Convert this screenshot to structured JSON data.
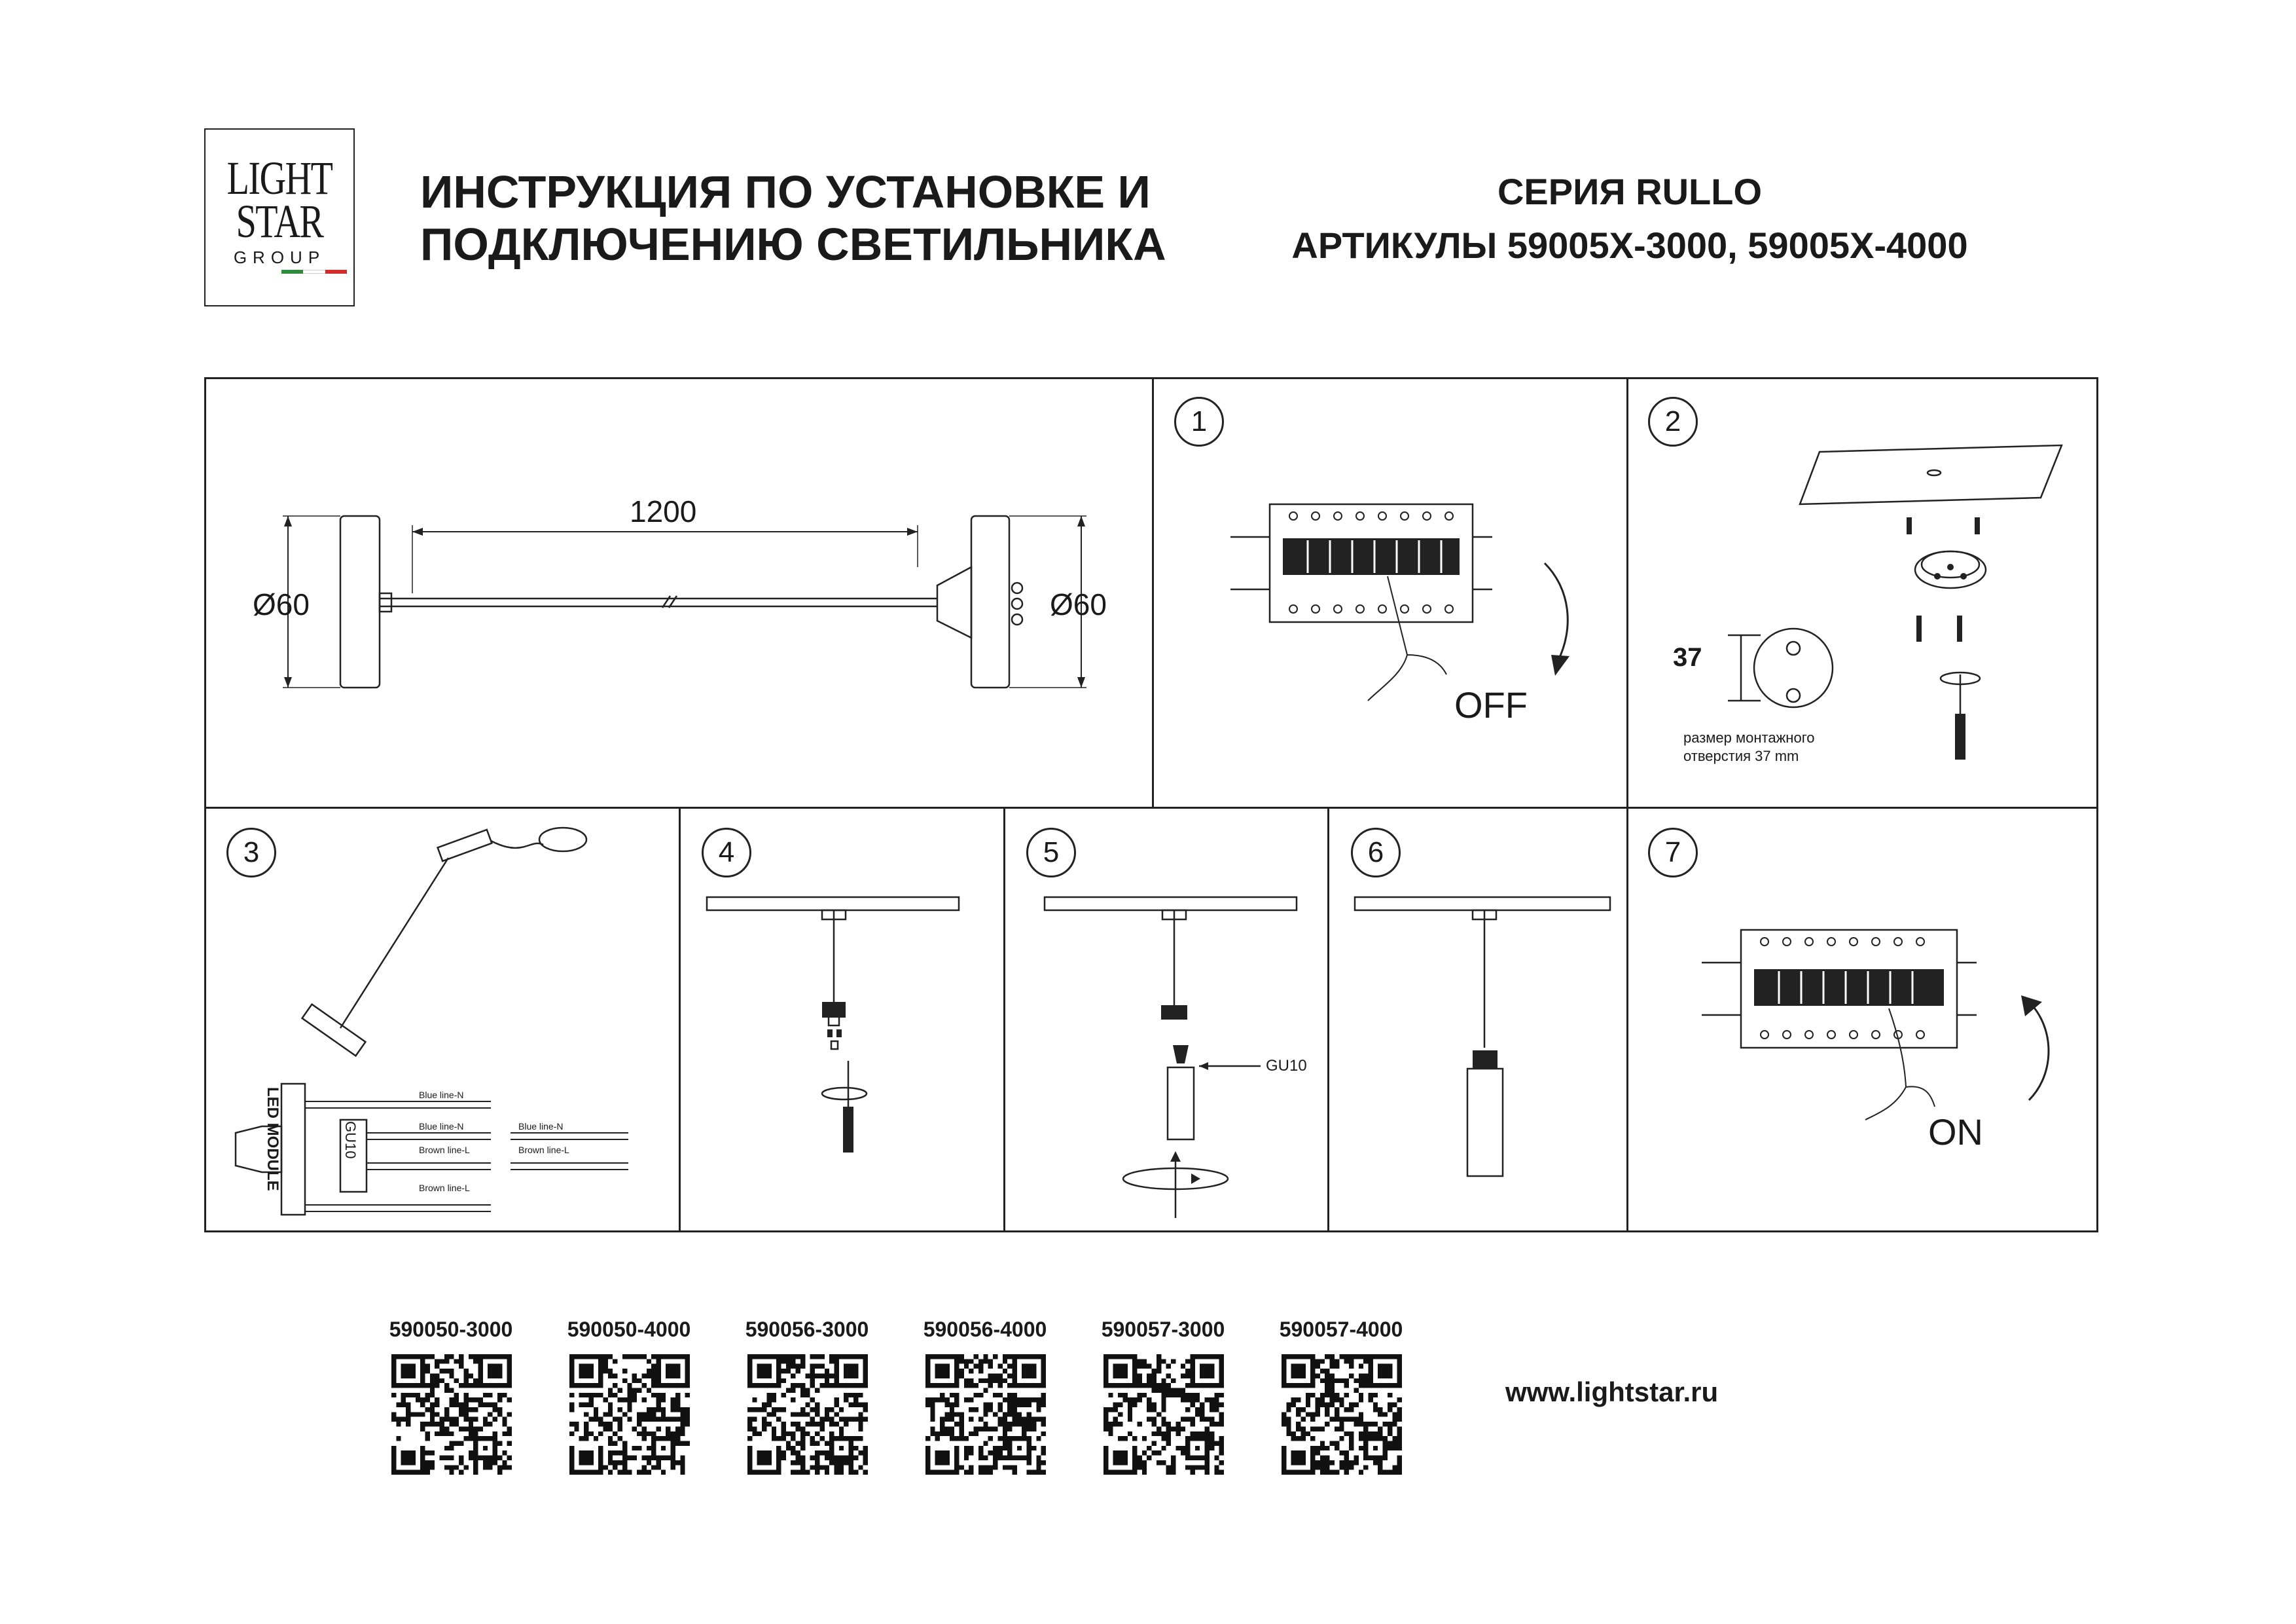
{
  "logo": {
    "line1": "LIGHT",
    "line2": "STAR",
    "line3": "GROUP",
    "flag_colors": [
      "#2e8b3c",
      "#ffffff",
      "#d42b2b"
    ]
  },
  "header": {
    "title_line1": "ИНСТРУКЦИЯ ПО УСТАНОВКЕ И",
    "title_line2": "ПОДКЛЮЧЕНИЮ СВЕТИЛЬНИКА",
    "series": "СЕРИЯ RULLO",
    "articles": "АРТИКУЛЫ 59005X-3000, 59005X-4000"
  },
  "dimensions": {
    "length": "1200",
    "diameter_left": "Ø60",
    "diameter_right": "Ø60"
  },
  "steps": [
    {
      "number": "1",
      "label": "OFF"
    },
    {
      "number": "2",
      "dimension": "37",
      "note_line1": "размер монтажного",
      "note_line2": "отверстия 37 mm"
    },
    {
      "number": "3",
      "module_label": "LED MODULE",
      "gu_label": "GU10",
      "wires": [
        "Blue line-N",
        "Blue line-N",
        "Brown line-L",
        "Brown line-L",
        "Blue line-N",
        "Brown line-L"
      ]
    },
    {
      "number": "4"
    },
    {
      "number": "5",
      "lamp_label": "GU10"
    },
    {
      "number": "6"
    },
    {
      "number": "7",
      "label": "ON"
    }
  ],
  "qr_codes": [
    "590050-3000",
    "590050-4000",
    "590056-3000",
    "590056-4000",
    "590057-3000",
    "590057-4000"
  ],
  "website": "www.lightstar.ru"
}
